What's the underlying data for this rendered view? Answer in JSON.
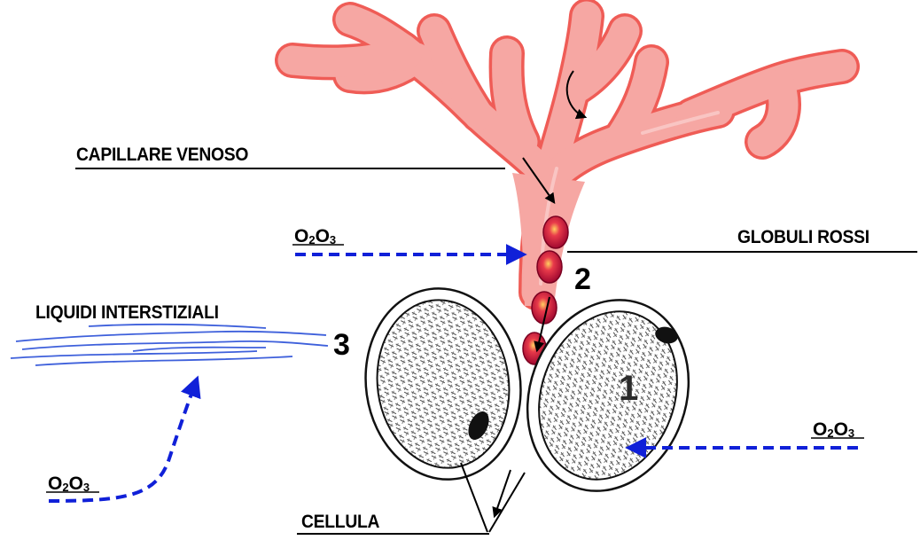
{
  "diagram": {
    "labels": {
      "capillary": "CAPILLARE VENOSO",
      "red_cells": "GLOBULI ROSSI",
      "interstitial": "LIQUIDI INTERSTIZIALI",
      "cell": "CELLULA"
    },
    "numbers": {
      "one": "1",
      "two": "2",
      "three": "3"
    },
    "chem": {
      "a": "O",
      "b": "2",
      "c": "O",
      "d": "3"
    },
    "colors": {
      "vessel_fill": "#f6a7a3",
      "vessel_edge": "#ef5c56",
      "red_cell": "#d8163f",
      "oxygen_arrow": "#1020d8",
      "fluid_lines": "#2a4fd8",
      "leader_lines": "#000000"
    },
    "icons": {
      "flow_arrow": "curved-arrow-icon",
      "oxygen_arrow": "dashed-arrow-icon"
    }
  }
}
